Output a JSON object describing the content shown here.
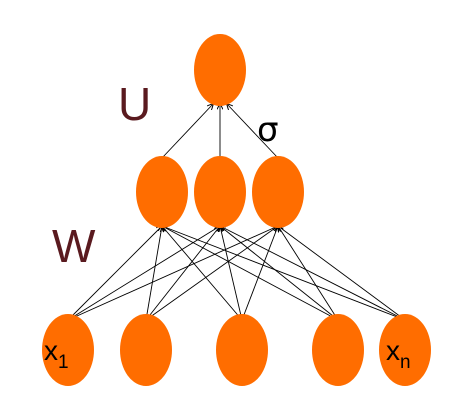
{
  "diagram": {
    "labels": {
      "upper_weights": "U",
      "activation": "σ",
      "lower_weights": "W"
    },
    "input_nodes": [
      {
        "base": "x",
        "sub": "1"
      },
      {
        "base": "",
        "sub": ""
      },
      {
        "base": "",
        "sub": ""
      },
      {
        "base": "",
        "sub": ""
      },
      {
        "base": "x",
        "sub": "n"
      }
    ],
    "hidden_node_count": 3,
    "output_node_count": 1,
    "colors": {
      "node_fill": "#FF6D00",
      "edge": "#000000",
      "weight_label": "#5A1A1F",
      "activation_label": "#000000",
      "node_text": "#000000"
    }
  }
}
